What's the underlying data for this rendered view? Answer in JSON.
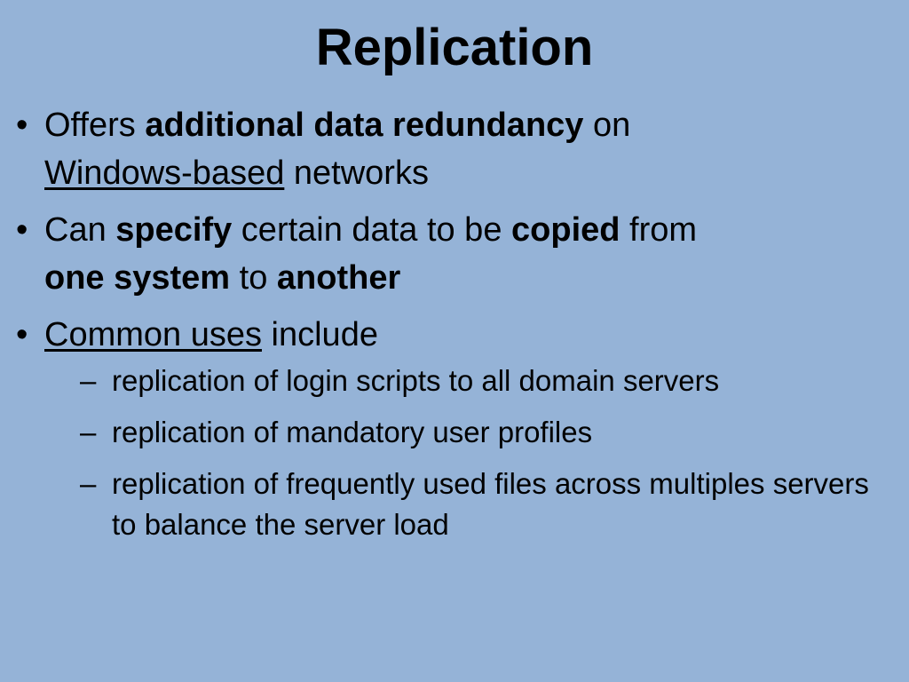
{
  "slide": {
    "title": "Replication",
    "bullet_glyph": "•",
    "dash_glyph": "–",
    "bullet1": {
      "t1": "Offers ",
      "t2": "additional data redundancy",
      "t3": " on",
      "t4": "Windows-based",
      "t5": " networks"
    },
    "bullet2": {
      "t1": "Can ",
      "t2": "specify",
      "t3": " certain data to be ",
      "t4": "copied",
      "t5": " from",
      "t6": "one system",
      "t7": " to ",
      "t8": "another"
    },
    "bullet3": {
      "t1": "Common uses",
      "t2": " include",
      "subitems": [
        "replication of login scripts to all domain servers",
        "replication of mandatory user profiles",
        "replication of frequently used files across multiples servers to balance the server load"
      ]
    }
  }
}
